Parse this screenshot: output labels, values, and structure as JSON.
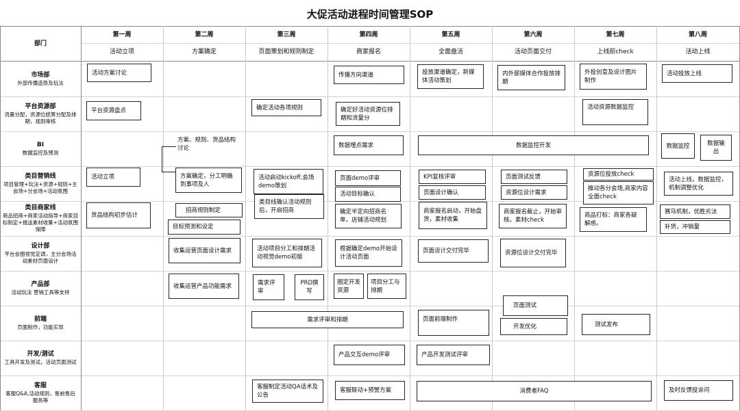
{
  "title": "大促活动进程时间管理SOP",
  "header": {
    "dept_label": "部门",
    "weeks": [
      {
        "name": "第一周",
        "phase": "活动立项"
      },
      {
        "name": "第二周",
        "phase": "方案确定"
      },
      {
        "name": "第三周",
        "phase": "页面策划和规则制定"
      },
      {
        "name": "第四周",
        "phase": "商家报名"
      },
      {
        "name": "第五周",
        "phase": "全面盘活"
      },
      {
        "name": "第六周",
        "phase": "活动页面交付"
      },
      {
        "name": "第七周",
        "phase": "上线前check"
      },
      {
        "name": "第八周",
        "phase": "活动上线"
      }
    ]
  },
  "departments": [
    {
      "name": "市场部",
      "desc": "外部传播造势及玩法"
    },
    {
      "name": "平台资源部",
      "desc": "流量分配，资源位统筹分配及排期，规则审核"
    },
    {
      "name": "BI",
      "desc": "数据监控及预测"
    },
    {
      "name": "类目营销线",
      "desc": "项目管理+玩法+资源+规则+主会场+分会场+活动氛围"
    },
    {
      "name": "类目商家线",
      "desc": "商品招商+商家活动指导+商家目标制定+报送素材收集+活动氛围保障"
    },
    {
      "name": "设计部",
      "desc": "平台会图视觉定调，主分会场活动素材页面设计"
    },
    {
      "name": "产品部",
      "desc": "活动玩法 营销工具等支持"
    },
    {
      "name": "前端",
      "desc": "页面制作，功能实现"
    },
    {
      "name": "开发/测试",
      "desc": "工具开发及测试，活动页面测试"
    },
    {
      "name": "客服",
      "desc": "客服Q&A,活动规则，售前售后服务等"
    }
  ],
  "tasks": {
    "market_w1": "活动方案讨论",
    "market_w4": "传播方向渠道",
    "market_w5": "投放渠道确定，新媒体活动策划",
    "market_w6": "内外部媒体合作投放排期",
    "market_w7": "外投创意及设计图片制作",
    "market_w8": "活动投放上线",
    "platform_w1": "平台资源盘点",
    "platform_w3": "确定活动各项规则",
    "platform_w4": "确定好活动资源位排期和流量分",
    "platform_w7": "活动资源数据监控",
    "bi_w2": "方案、规则、货品结构讨论",
    "bi_w4": "数据埋点需求",
    "bi_w56": "数据监控开发",
    "bi_w8a": "数据监控",
    "bi_w8b": "数据输出",
    "cat_w1": "活动立项",
    "cat_w2": "方案确定，分工明确到事项及人",
    "cat_w3": "活动启动kickoff,会场demo策划",
    "cat_w4a": "页面demo评审",
    "cat_w4b": "活动目标确认",
    "cat_w5a": "KPI复核评审",
    "cat_w5b": "页面设计确认",
    "cat_w6a": "页面测试反馈",
    "cat_w6b": "资源位设计需求",
    "cat_w7a": "资源位投放check",
    "cat_w7b": "推动各分会场,商家内容全面check",
    "cat_w8": "活动上线，数据监控，机制调整优化",
    "mer_w1": "货品结构初步估计",
    "mer_w2a": "招商规则制定",
    "mer_w2b": "目标预测和设定",
    "mer_w3": "类目线确认活动规则后，开启招商",
    "mer_w4": "确定半定向招商名单，店铺活动规划",
    "mer_w5": "商家报名启动，开始盘货，素材收集",
    "mer_w6": "商家报名截止，开始审核。素材check",
    "mer_w7": "商品打标：商家各疑解惑。",
    "mer_w8a": "赛马机制，优胜劣汰",
    "mer_w8b": "补货，冲销量",
    "des_w2": "收集运营页面设计需求",
    "des_w3": "活动项目分工和排期活动视觉demo初版",
    "des_w4": "根据确定demo开始设计活动页面",
    "des_w5": "页面设计交付完毕",
    "des_w6": "资源位设计交付完毕",
    "prod_w2": "收集运营产品功能需求",
    "prod_w3a": "需求评审",
    "prod_w3b": "PRD撰写",
    "prod_w4a": "圈定开发资源",
    "prod_w4b": "项目分工与排期",
    "fe_w34": "需求评审和排期",
    "fe_w5": "页面前端制作",
    "fe_w6a": "页面测试",
    "fe_w6b": "开发优化",
    "fe_w7": "测试发布",
    "dev_w4": "产品交互demo评审",
    "dev_w5": "产品开发测试评审",
    "cs_w3": "客服制定活动QA话术及公告",
    "cs_w4": "客服联动+预警方案",
    "cs_w57": "消费者FAQ",
    "cs_w8": "及时反馈投诉问"
  }
}
